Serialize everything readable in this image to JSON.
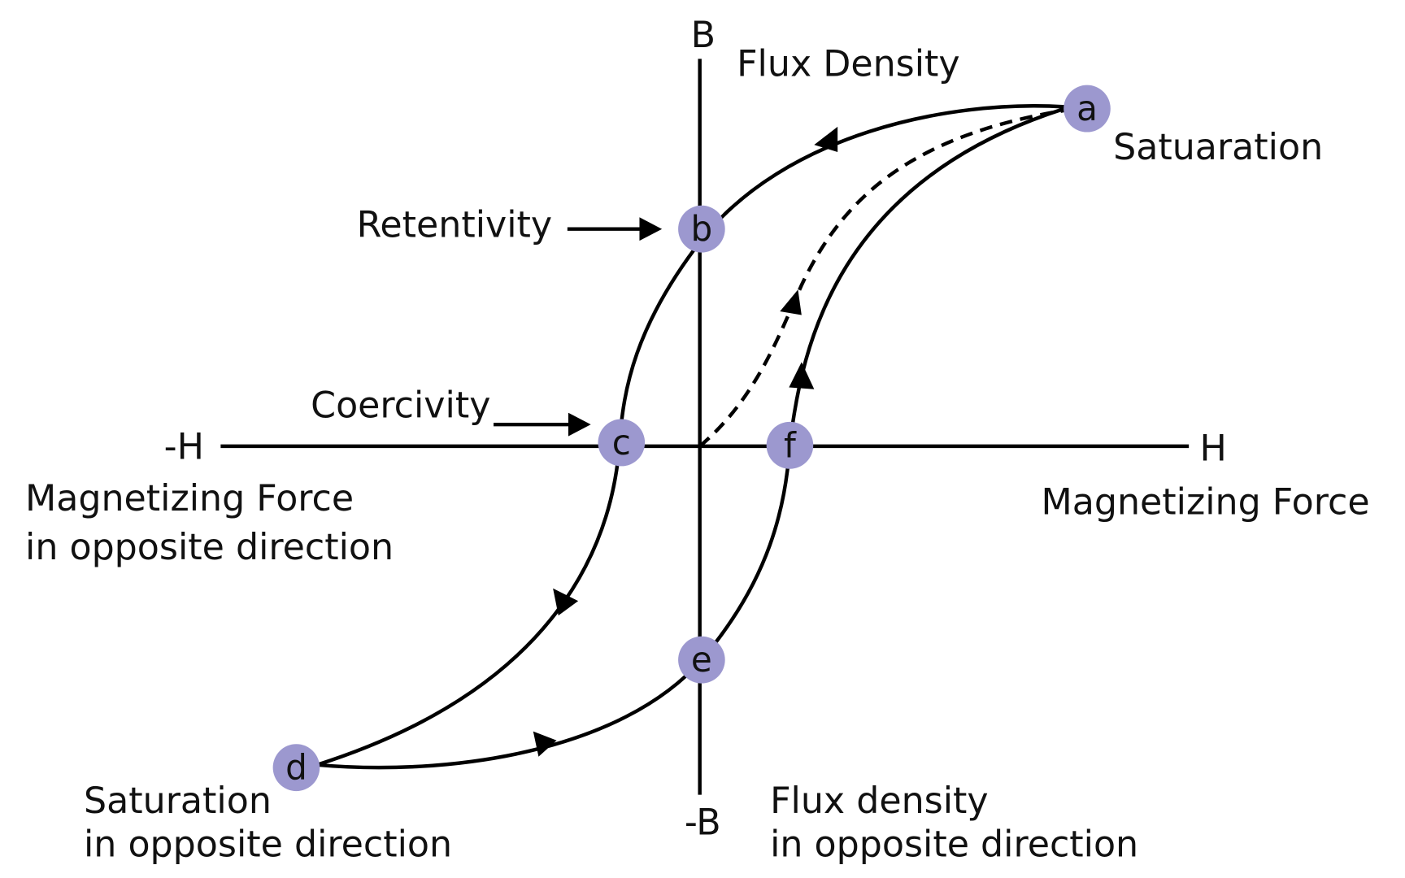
{
  "axes": {
    "b_pos": "B",
    "b_pos_desc": "Flux Density",
    "b_neg": "-B",
    "b_neg_desc": [
      "Flux density",
      "in opposite direction"
    ],
    "h_pos": "H",
    "h_pos_desc": "Magnetizing Force",
    "h_neg": "-H",
    "h_neg_desc": [
      "Magnetizing Force",
      "in opposite direction"
    ]
  },
  "points": {
    "a": "a",
    "b": "b",
    "c": "c",
    "d": "d",
    "e": "e",
    "f": "f"
  },
  "labels": {
    "saturation": "Satuaration",
    "retentivity": "Retentivity",
    "coercivity": "Coercivity",
    "saturation_opposite": [
      "Saturation",
      "in opposite direction"
    ]
  },
  "colors": {
    "point_fill": "#9c98cf",
    "line": "#000000"
  }
}
